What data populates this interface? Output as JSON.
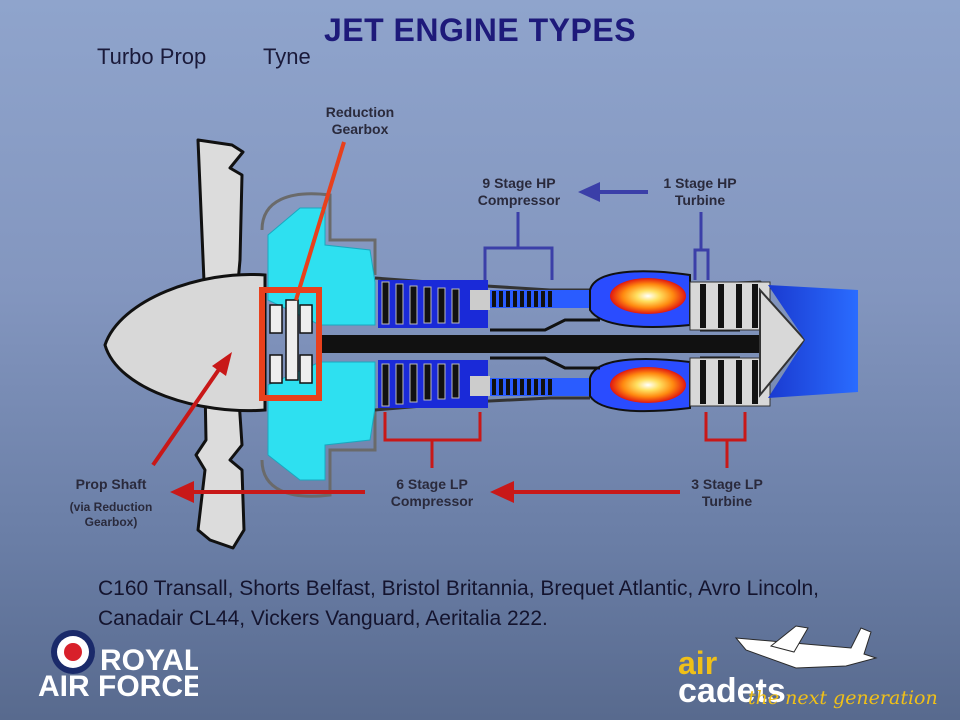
{
  "title": "JET ENGINE TYPES",
  "subtitles": {
    "left": "Turbo Prop",
    "right": "Tyne"
  },
  "labels": {
    "reduction_gearbox_1": "Reduction",
    "reduction_gearbox_2": "Gearbox",
    "hp_compressor_1": "9 Stage HP",
    "hp_compressor_2": "Compressor",
    "hp_turbine_1": "1 Stage HP",
    "hp_turbine_2": "Turbine",
    "prop_shaft": "Prop Shaft",
    "prop_shaft_note_1": "(via Reduction",
    "prop_shaft_note_2": "Gearbox)",
    "lp_compressor_1": "6 Stage LP",
    "lp_compressor_2": "Compressor",
    "lp_turbine_1": "3 Stage LP",
    "lp_turbine_2": "Turbine"
  },
  "caption": "C160 Transall, Shorts Belfast, Bristol Britannia, Brequet Atlantic, Avro Lincoln, Canadair CL44, Vickers Vanguard, Aeritalia 222.",
  "logos": {
    "raf_line1": "ROYAL",
    "raf_line2": "AIR FORCE",
    "cadets_air": "air",
    "cadets_cadets": "cadets",
    "cadets_tagline": "the next generation"
  },
  "colors": {
    "title": "#1e1a7a",
    "hp_bracket": "#3b3fa8",
    "lp_bracket": "#c81818",
    "gearbox_box": "#e8401c",
    "intake": "#2ee0f0",
    "core_blue": "#2a5cff",
    "exhaust": "#1f55e0"
  }
}
